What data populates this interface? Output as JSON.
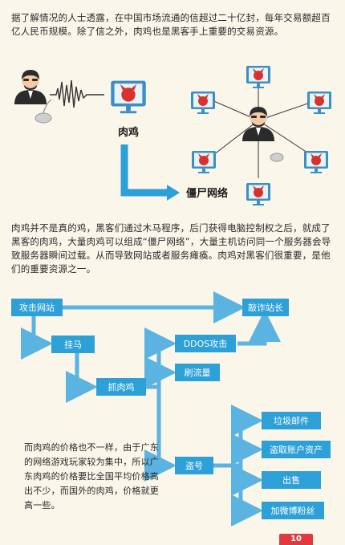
{
  "paragraphs": {
    "intro": "据了解情况的人士透露，在中国市场流通的信超过二十亿封，每年交易额超百亿人民币规模。除了信之外，肉鸡也是黑客手上重要的交易资源。",
    "zombie": "肉鸡并不是真的鸡，黑客们通过木马程序，后门获得电脑控制权之后，就成了黑客的肉鸡，大量肉鸡可以组成“僵尸网络”，大量主机访问同一个服务器会导致服务器瞬间过载。从而导致网站或者服务瘫痪。肉鸡对黑客们很重要，是他们的重要资源之一。",
    "price": "而肉鸡的价格也不一样，由于广东的网络游戏玩家较为集中，所以广东肉鸡的价格要比全国平均价格高出不少，而国外的肉鸡，价格就更高一些。"
  },
  "diagram": {
    "zombie_label": "肉鸡",
    "botnet_label": "僵尸网络"
  },
  "flow": {
    "attack_site": "攻击网站",
    "extort": "敲诈站长",
    "trojan": "挂马",
    "grab": "抓肉鸡",
    "ddos": "DDOS攻击",
    "traffic": "刷流量",
    "steal": "盗号",
    "spam": "垃圾邮件",
    "steal_assets": "盗取账户资产",
    "sell": "出售",
    "followers": "加微博粉丝"
  },
  "page_number": "10",
  "colors": {
    "box": "#2ea0d8",
    "arrow": "#5ab3e0",
    "background": "#fbf6ea",
    "devil": "#d8322e"
  }
}
